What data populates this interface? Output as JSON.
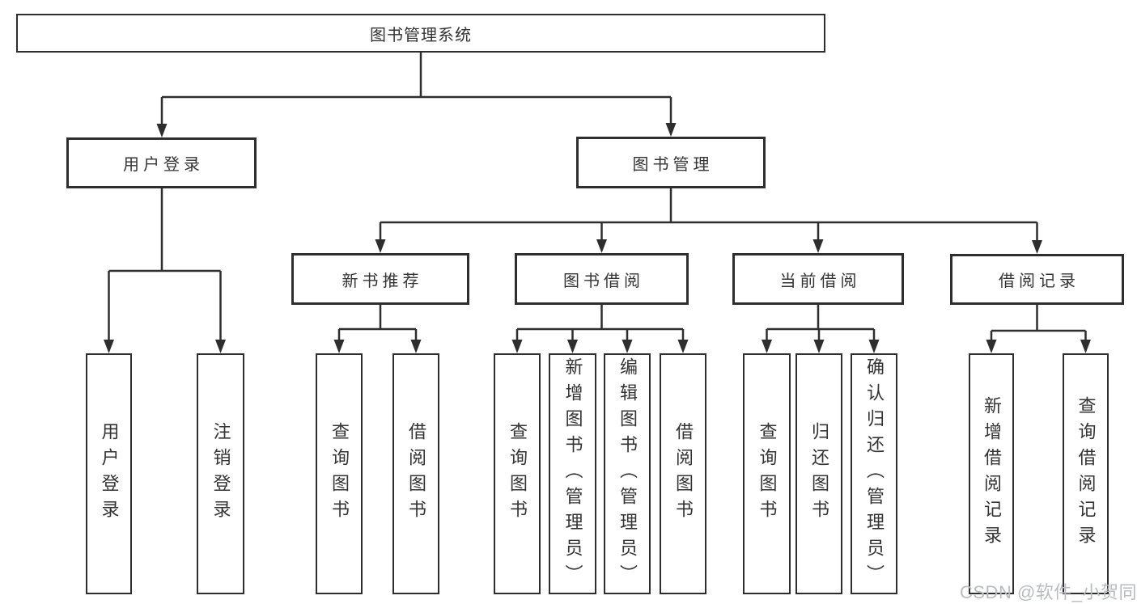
{
  "tree": {
    "root": {
      "label": "图书管理系统"
    },
    "branches": [
      {
        "label": "用户登录",
        "children": [
          {
            "label": "用户登录"
          },
          {
            "label": "注销登录"
          }
        ]
      },
      {
        "label": "图书管理",
        "children": [
          {
            "label": "新书推荐",
            "children": [
              {
                "label": "查询图书"
              },
              {
                "label": "借阅图书"
              }
            ]
          },
          {
            "label": "图书借阅",
            "children": [
              {
                "label": "查询图书"
              },
              {
                "label": "新增图书（管理员）"
              },
              {
                "label": "编辑图书（管理员）"
              },
              {
                "label": "借阅图书"
              }
            ]
          },
          {
            "label": "当前借阅",
            "children": [
              {
                "label": "查询图书"
              },
              {
                "label": "归还图书"
              },
              {
                "label": "确认归还（管理员）"
              }
            ]
          },
          {
            "label": "借阅记录",
            "children": [
              {
                "label": "新增借阅记录"
              },
              {
                "label": "查询借阅记录"
              }
            ]
          }
        ]
      }
    ]
  },
  "watermark": {
    "text": "CSDN @软件_小贺同学"
  },
  "colors": {
    "line": "#2e2e2e",
    "border": "#2e2e2e",
    "text": "#333333",
    "watermark": "#b9bcc2",
    "background": "#ffffff"
  }
}
